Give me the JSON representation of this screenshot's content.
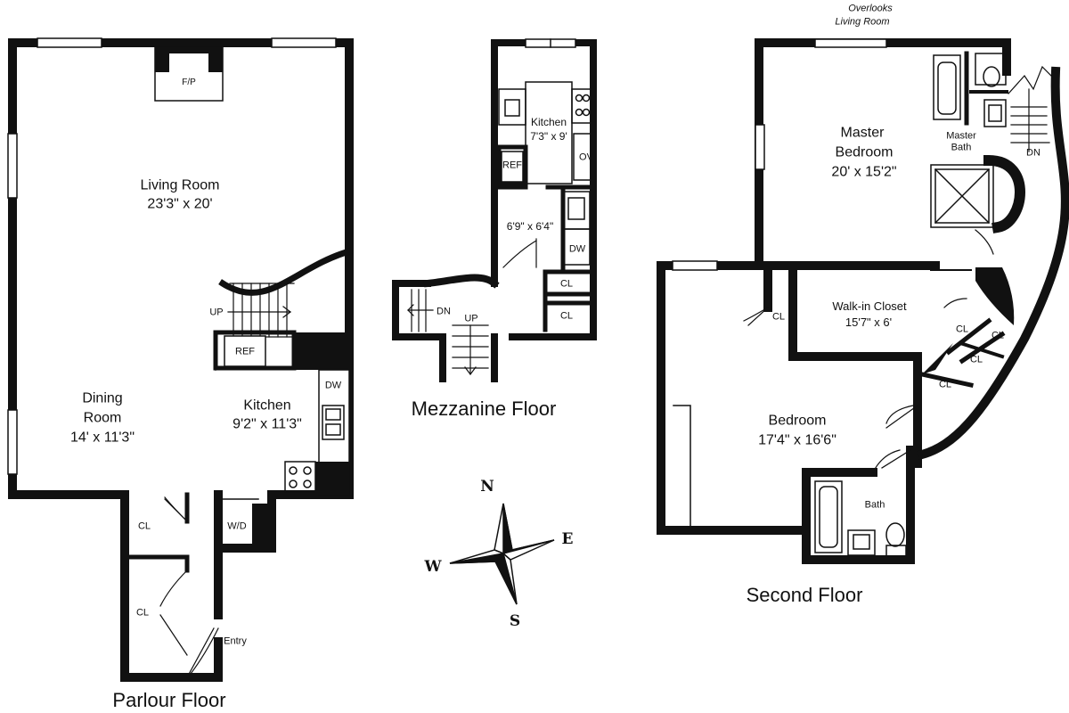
{
  "parlour": {
    "floor_label": "Parlour Floor",
    "fireplace": "F/P",
    "living_name": "Living Room",
    "living_dim": "23'3\" x 20'",
    "up": "UP",
    "ref": "REF",
    "dw": "DW",
    "kitchen_name": "Kitchen",
    "kitchen_dim": "9'2\" x 11'3\"",
    "dining_name_1": "Dining",
    "dining_name_2": "Room",
    "dining_dim": "14' x 11'3\"",
    "cl1": "CL",
    "cl2": "CL",
    "wd": "W/D",
    "entry": "Entry"
  },
  "mezzanine": {
    "floor_label": "Mezzanine Floor",
    "kitchen_name": "Kitchen",
    "kitchen_dim": "7'3\" x 9'",
    "ov": "OV",
    "ref": "REF",
    "room_dim": "6'9\" x 6'4\"",
    "dw": "DW",
    "cl1": "CL",
    "cl2": "CL",
    "dn": "DN",
    "up": "UP"
  },
  "second": {
    "floor_label": "Second Floor",
    "overlooks_1": "Overlooks",
    "overlooks_2": "Living Room",
    "master_name_1": "Master",
    "master_name_2": "Bedroom",
    "master_dim": "20' x 15'2\"",
    "master_bath_1": "Master",
    "master_bath_2": "Bath",
    "dn": "DN",
    "closet_name": "Walk-in Closet",
    "closet_dim": "15'7\" x 6'",
    "cl_left": "CL",
    "cl_a": "CL",
    "cl_b": "CL",
    "cl_c": "CL",
    "cl_d": "CL",
    "bedroom_name": "Bedroom",
    "bedroom_dim": "17'4\" x 16'6\"",
    "bath": "Bath"
  },
  "compass": {
    "n": "N",
    "s": "S",
    "e": "E",
    "w": "W"
  }
}
